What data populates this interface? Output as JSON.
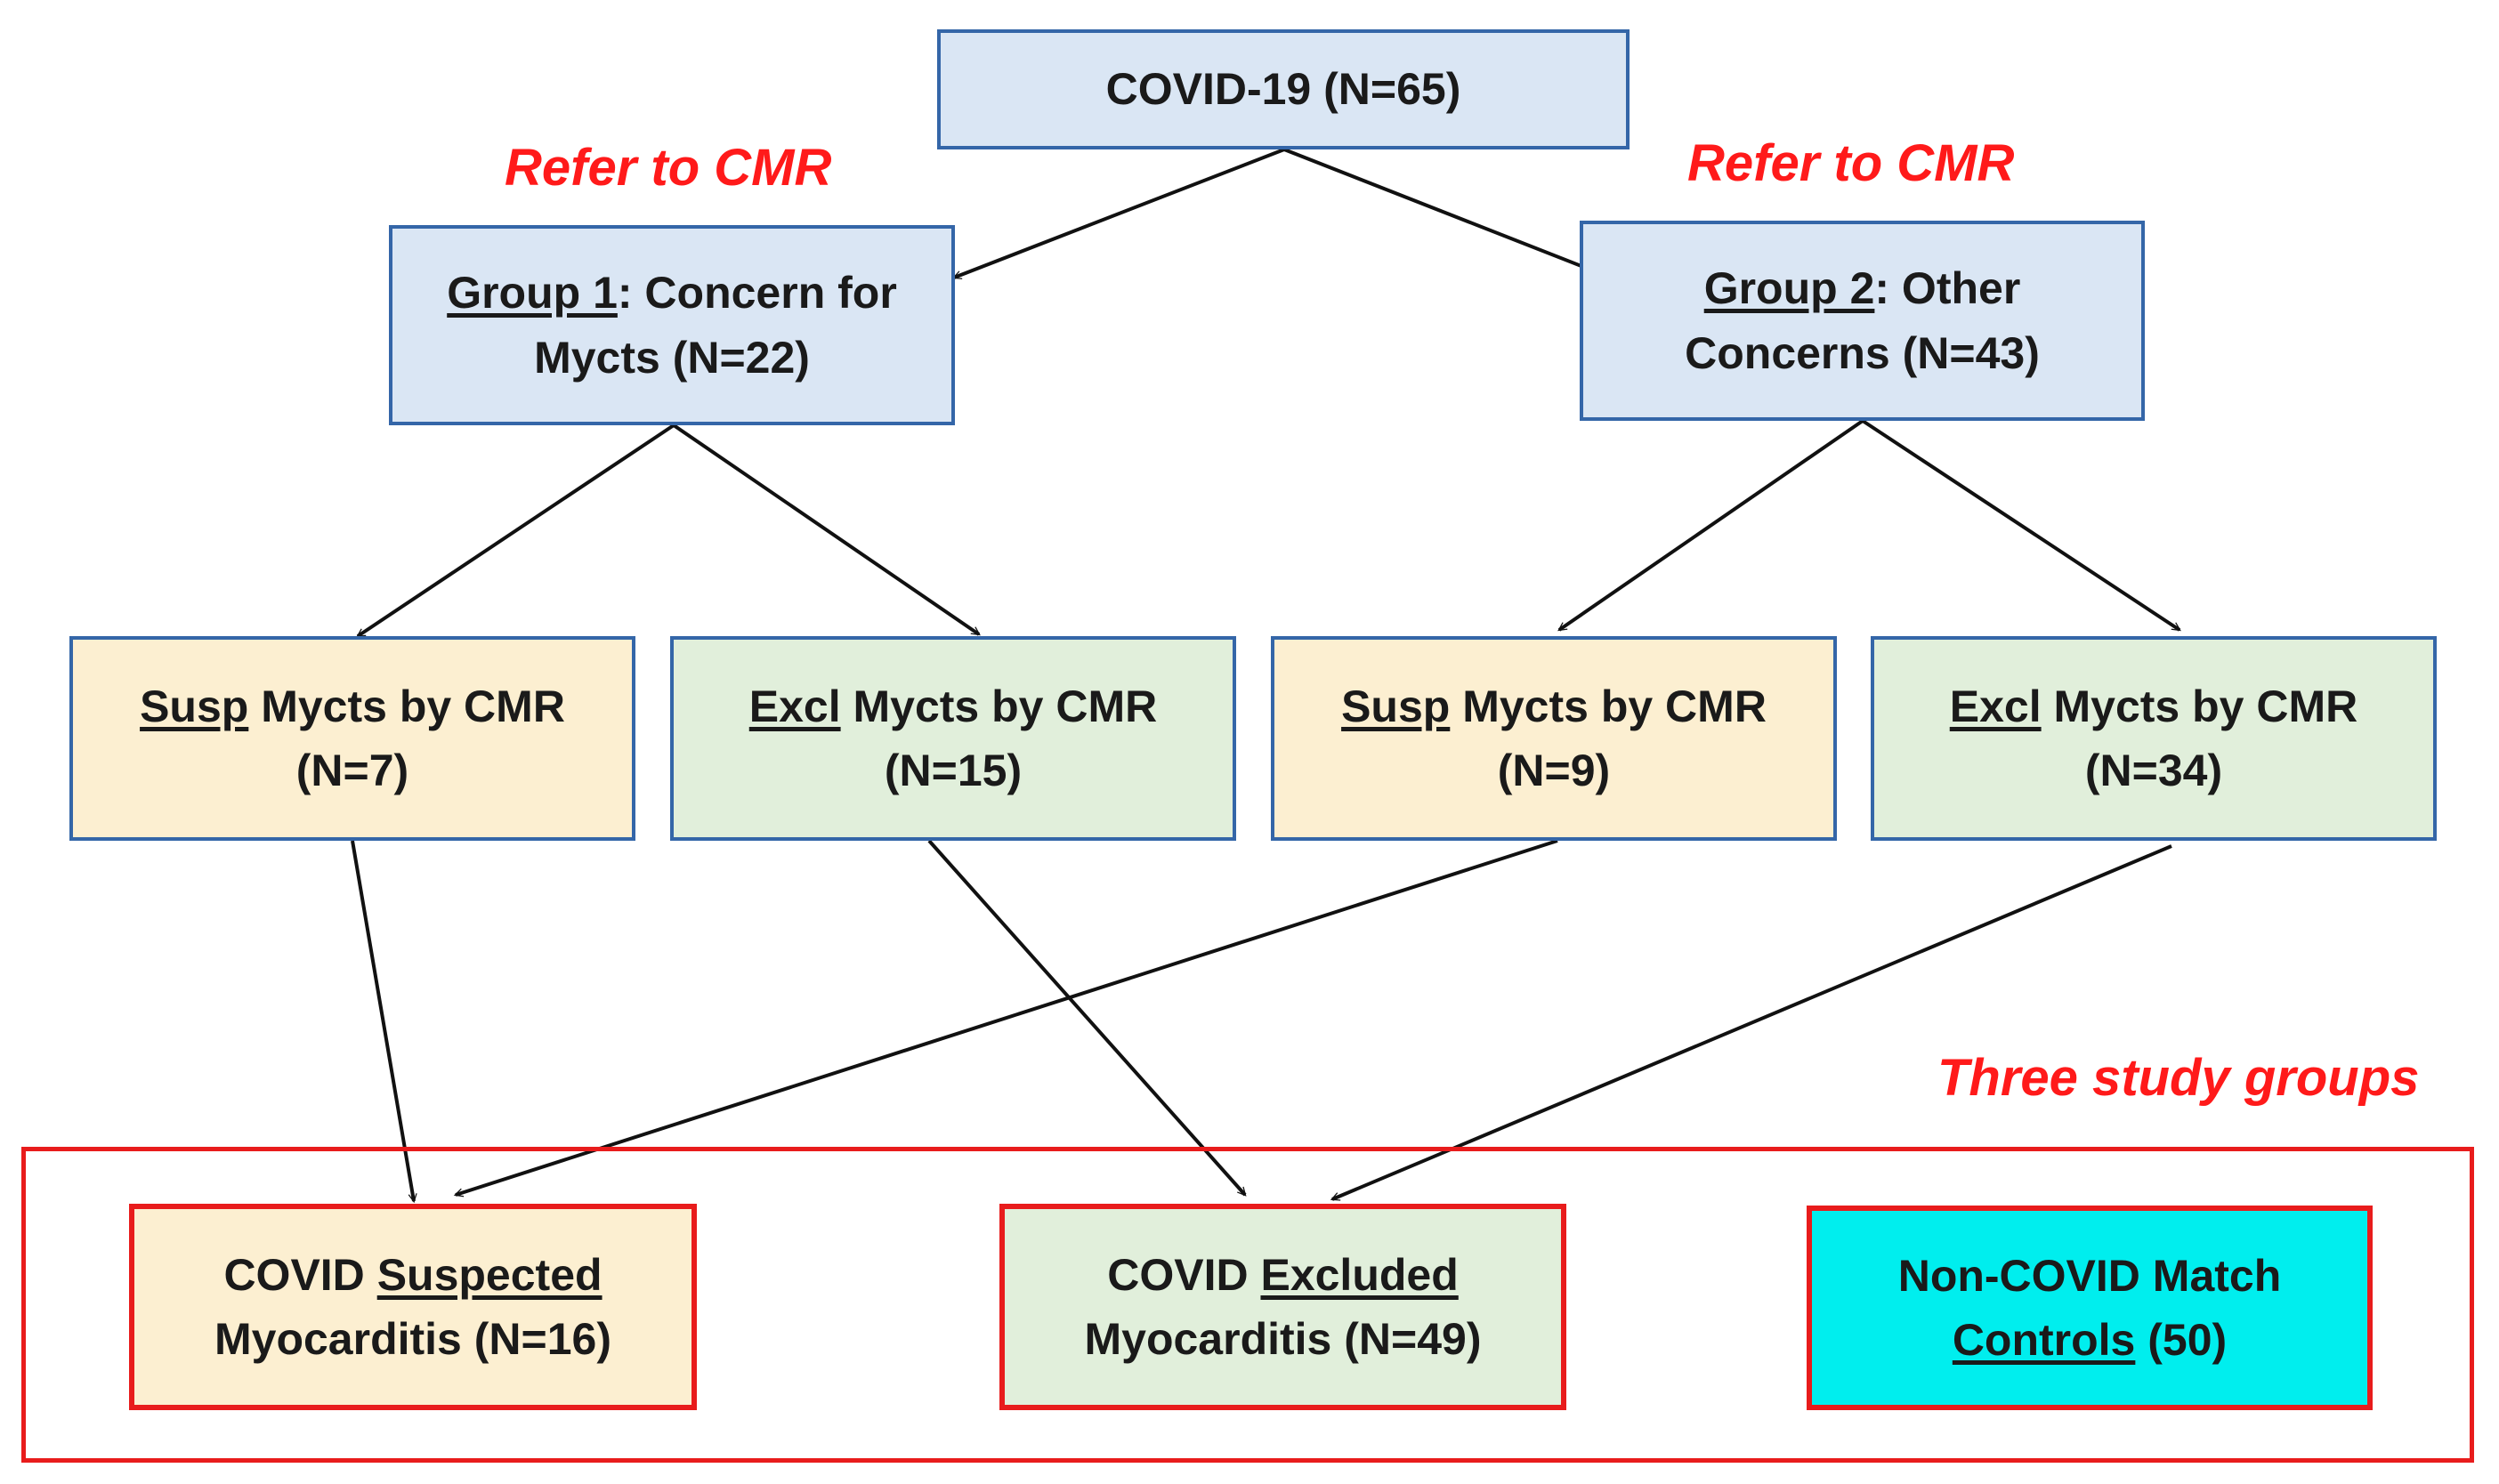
{
  "root": {
    "text": "COVID-19 (N=65)"
  },
  "notes": {
    "refer_left": "Refer to CMR",
    "refer_right": "Refer to CMR",
    "study_groups": "Three study groups"
  },
  "group1": {
    "head": "Group 1",
    "rest": ": Concern for",
    "line2": "Mycts (N=22)"
  },
  "group2": {
    "head": "Group 2",
    "rest": ": Other",
    "line2": "Concerns (N=43)"
  },
  "leaves": [
    {
      "tag": "Susp",
      "rest": " Mycts by CMR",
      "count": "(N=7)"
    },
    {
      "tag": "Excl",
      "rest": " Mycts by CMR",
      "count": "(N=15)"
    },
    {
      "tag": "Susp",
      "rest": " Mycts by CMR",
      "count": "(N=9)"
    },
    {
      "tag": "Excl",
      "rest": " Mycts by CMR",
      "count": "(N=34)"
    }
  ],
  "study": [
    {
      "pre": "COVID ",
      "tag": "Suspected",
      "line2": "Myocarditis (N=16)"
    },
    {
      "pre": "COVID ",
      "tag": "Excluded",
      "line2": "Myocarditis (N=49)"
    },
    {
      "line1": "Non-COVID Match",
      "tag": "Controls",
      "post": " (50)"
    }
  ],
  "colors": {
    "box_border": "#3466a8",
    "red": "#e81c1c",
    "arrow": "#111111"
  }
}
